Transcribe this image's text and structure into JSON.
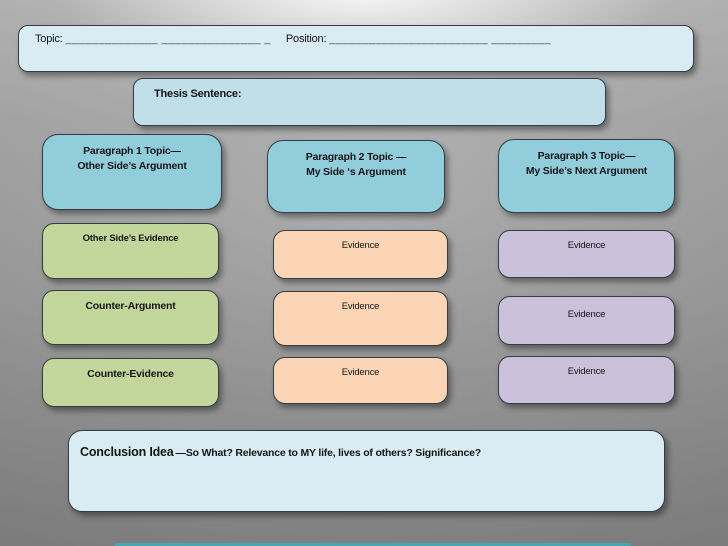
{
  "slide": {
    "topic_bar": {
      "topic_label": "Topic:",
      "topic_blank": "______________ _______________ _",
      "position_label": "Position:",
      "position_blank": "________________________ _________"
    },
    "thesis_label": "Thesis Sentence:",
    "paragraph_topics": [
      {
        "line1": "Paragraph 1 Topic—",
        "line2": "Other Side’s Argument"
      },
      {
        "line1": "Paragraph 2 Topic —",
        "line2": "My Side ‘s Argument"
      },
      {
        "line1": "Paragraph 3 Topic—",
        "line2": "My Side’s Next Argument"
      }
    ],
    "left_column": [
      "Other Side’s Evidence",
      "Counter-Argument",
      "Counter-Evidence"
    ],
    "middle_column": [
      "Evidence",
      "Evidence",
      "Evidence"
    ],
    "right_column": [
      "Evidence",
      "Evidence",
      "Evidence"
    ],
    "conclusion": {
      "title": "Conclusion Idea",
      "body": "—So What?  Relevance to MY life, lives of others?  Significance?"
    },
    "colors": {
      "pale_blue_fill": "#d9ebf3",
      "thesis_blue_fill": "#c0dfe9",
      "teal_fill": "#92cddc",
      "green_fill": "#c3d69b",
      "orange_fill": "#fbd5b5",
      "purple_fill": "#ccc1da",
      "box_border": "#343d44",
      "background_gray": "#9c9c9c",
      "bottom_strip_teal": "#45a6b2"
    }
  }
}
